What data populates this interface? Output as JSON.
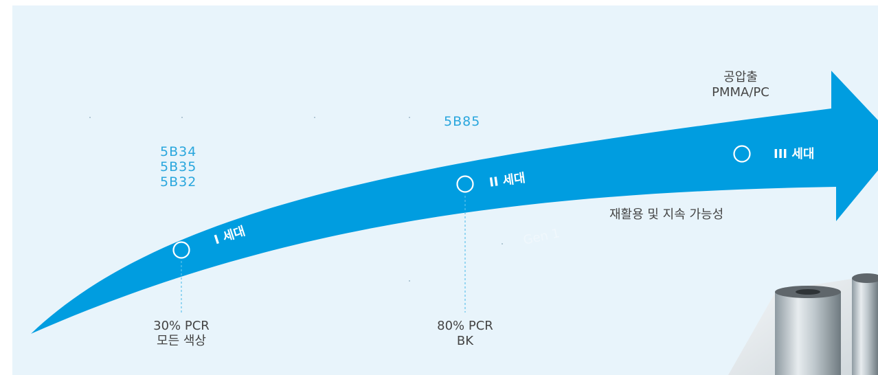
{
  "stages": [
    {
      "gen_label": "I 세대",
      "grades": [
        "5B34",
        "5B35",
        "5B32"
      ],
      "bottom_lines": [
        "30% PCR",
        "모든 색상"
      ]
    },
    {
      "gen_label": "II  세대",
      "grades": [
        "5B85"
      ],
      "bottom_lines": [
        "80% PCR",
        "BK"
      ]
    },
    {
      "gen_label": "III 세대",
      "top_lines": [
        "공압출",
        "PMMA/PC"
      ]
    }
  ],
  "caption": "재활용 및 지속 가능성",
  "watermark": "Gen 1",
  "colors": {
    "arrow": "#009de0",
    "panel": "#e8f4fb",
    "grade_text": "#29a6dd",
    "body_text": "#444444",
    "dashed_line": "#5fc3ec"
  }
}
